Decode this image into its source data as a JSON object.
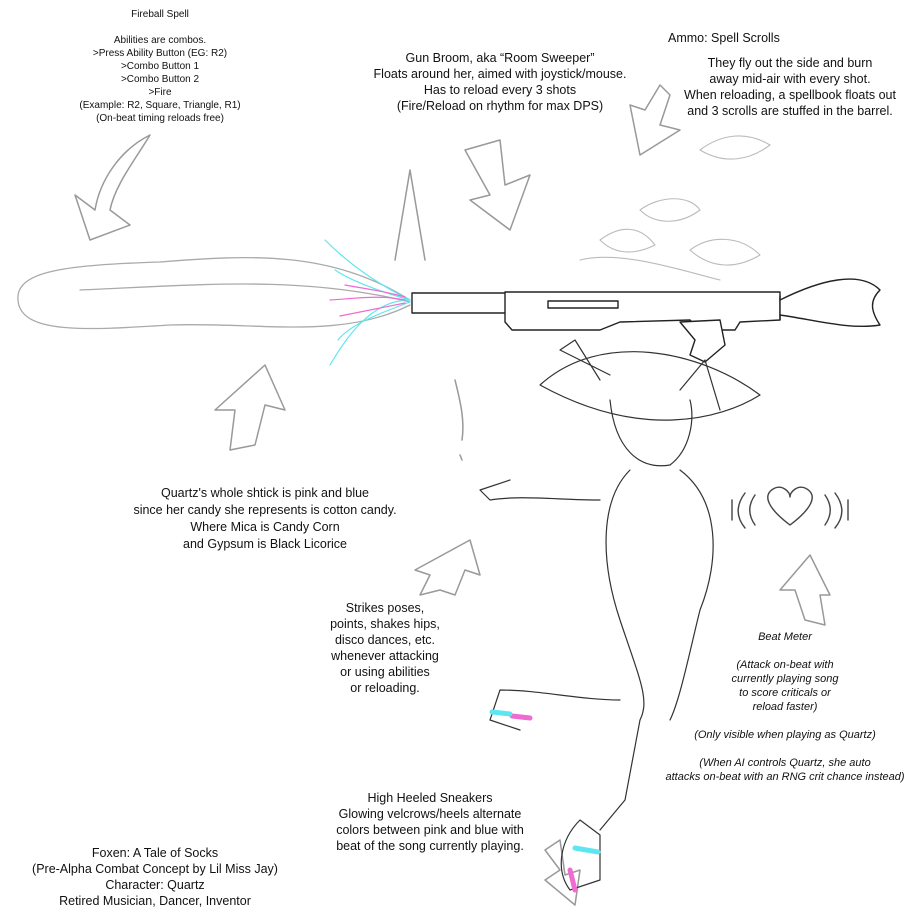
{
  "fireball_note": {
    "title": "Fireball Spell",
    "lines": [
      "Abilities are combos.",
      ">Press Ability Button (EG: R2)",
      ">Combo Button 1",
      ">Combo Button 2",
      ">Fire",
      "(Example: R2, Square, Triangle, R1)",
      "(On-beat timing reloads free)"
    ]
  },
  "gun_note": {
    "lines": [
      "Gun Broom, aka “Room Sweeper”",
      "Floats around her, aimed with joystick/mouse.",
      "Has to reload every 3 shots",
      "(Fire/Reload on rhythm for max DPS)"
    ]
  },
  "ammo_note": {
    "title": "Ammo: Spell Scrolls",
    "lines": [
      "They fly out the side and burn",
      "away mid-air with every shot.",
      "When reloading, a spellbook floats out",
      "and 3 scrolls are stuffed in the barrel."
    ]
  },
  "color_note": {
    "lines": [
      "Quartz's whole shtick is pink and blue",
      "since her candy she represents is cotton candy.",
      "Where Mica is Candy Corn",
      "and Gypsum is Black Licorice"
    ]
  },
  "pose_note": {
    "lines": [
      "Strikes poses,",
      "points, shakes hips,",
      "disco dances, etc.",
      "whenever attacking",
      "or using abilities",
      "or reloading."
    ]
  },
  "beat_note": {
    "title": "Beat Meter",
    "desc": [
      "(Attack on-beat with",
      "currently playing song",
      "to score criticals or",
      "reload faster)"
    ],
    "visibility": "(Only visible when playing as Quartz)",
    "ai": [
      "(When AI controls Quartz, she auto",
      "attacks on-beat with an RNG crit chance instead)"
    ]
  },
  "sneaker_note": {
    "lines": [
      "High Heeled Sneakers",
      "Glowing velcrows/heels alternate",
      "colors between pink and blue with",
      "beat of the song currently playing."
    ]
  },
  "credits": {
    "lines": [
      "Foxen: A Tale of Socks",
      "(Pre-Alpha Combat Concept by Lil Miss Jay)",
      "Character: Quartz",
      "Retired Musician, Dancer, Inventor"
    ]
  },
  "colors": {
    "pink": "#f06bd0",
    "blue": "#5ee6f0",
    "sketch": "#9a9a9a",
    "ink": "#222222"
  }
}
